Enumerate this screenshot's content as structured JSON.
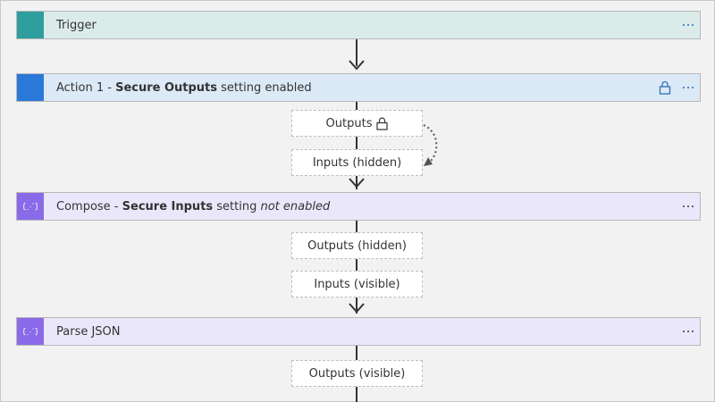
{
  "cards": {
    "trigger": {
      "label": "Trigger"
    },
    "action": {
      "prefix": "Action 1 - ",
      "bold": "Secure Outputs",
      "suffix": " setting enabled"
    },
    "compose": {
      "prefix": "Compose - ",
      "bold": "Secure Inputs",
      "middle": " setting ",
      "italic": "not enabled"
    },
    "parse": {
      "label": "Parse JSON"
    }
  },
  "pills": {
    "action_outputs": "Outputs",
    "action_inputs": "Inputs (hidden)",
    "compose_outputs": "Outputs (hidden)",
    "compose_inputs": "Inputs (visible)",
    "parse_outputs": "Outputs (visible)"
  },
  "icons": {
    "more": "more-options-icon",
    "lock": "lock-icon",
    "compose": "compose-icon"
  },
  "colors": {
    "trigger_stripe": "#2f9e9e",
    "trigger_bg": "#dbebe9",
    "action_stripe": "#2a79d9",
    "action_bg": "#dce9f6",
    "compose_stripe": "#8a6ae8",
    "compose_bg": "#ebe7fa"
  }
}
